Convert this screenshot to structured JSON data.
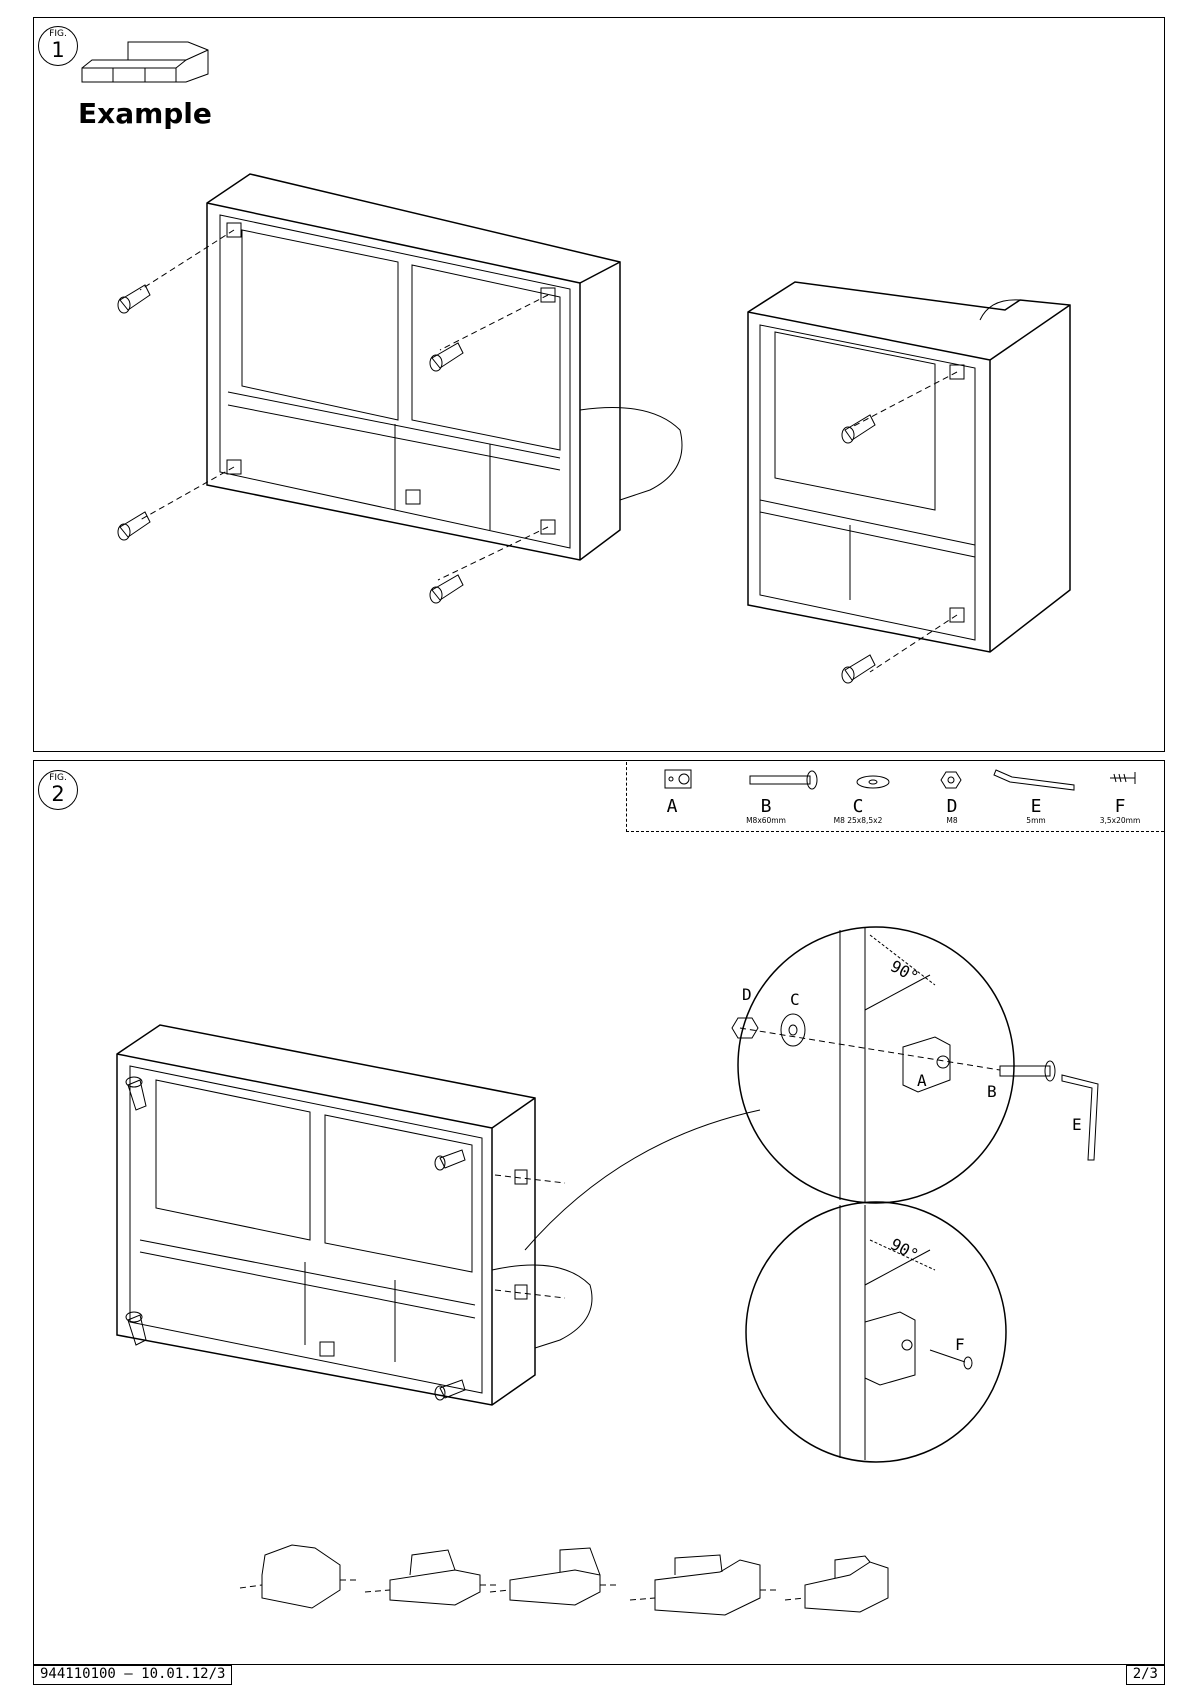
{
  "fig1": {
    "badge_word": "FIG.",
    "number": "1",
    "example_label": "Example"
  },
  "fig2": {
    "badge_word": "FIG.",
    "number": "2"
  },
  "parts": [
    {
      "letter": "A",
      "spec": ""
    },
    {
      "letter": "B",
      "spec": "M8x60mm"
    },
    {
      "letter": "C",
      "spec": "M8 25x8,5x2"
    },
    {
      "letter": "D",
      "spec": "M8"
    },
    {
      "letter": "E",
      "spec": "5mm"
    },
    {
      "letter": "F",
      "spec": "3,5x20mm"
    }
  ],
  "callouts": {
    "detail1": {
      "d": "D",
      "c": "C",
      "a": "A",
      "b": "B",
      "e": "E",
      "angle": "90°"
    },
    "detail2": {
      "f": "F",
      "angle": "90°"
    }
  },
  "footer": {
    "doc_code": "944110100 – 10.01.12/3",
    "page": "2/3"
  }
}
